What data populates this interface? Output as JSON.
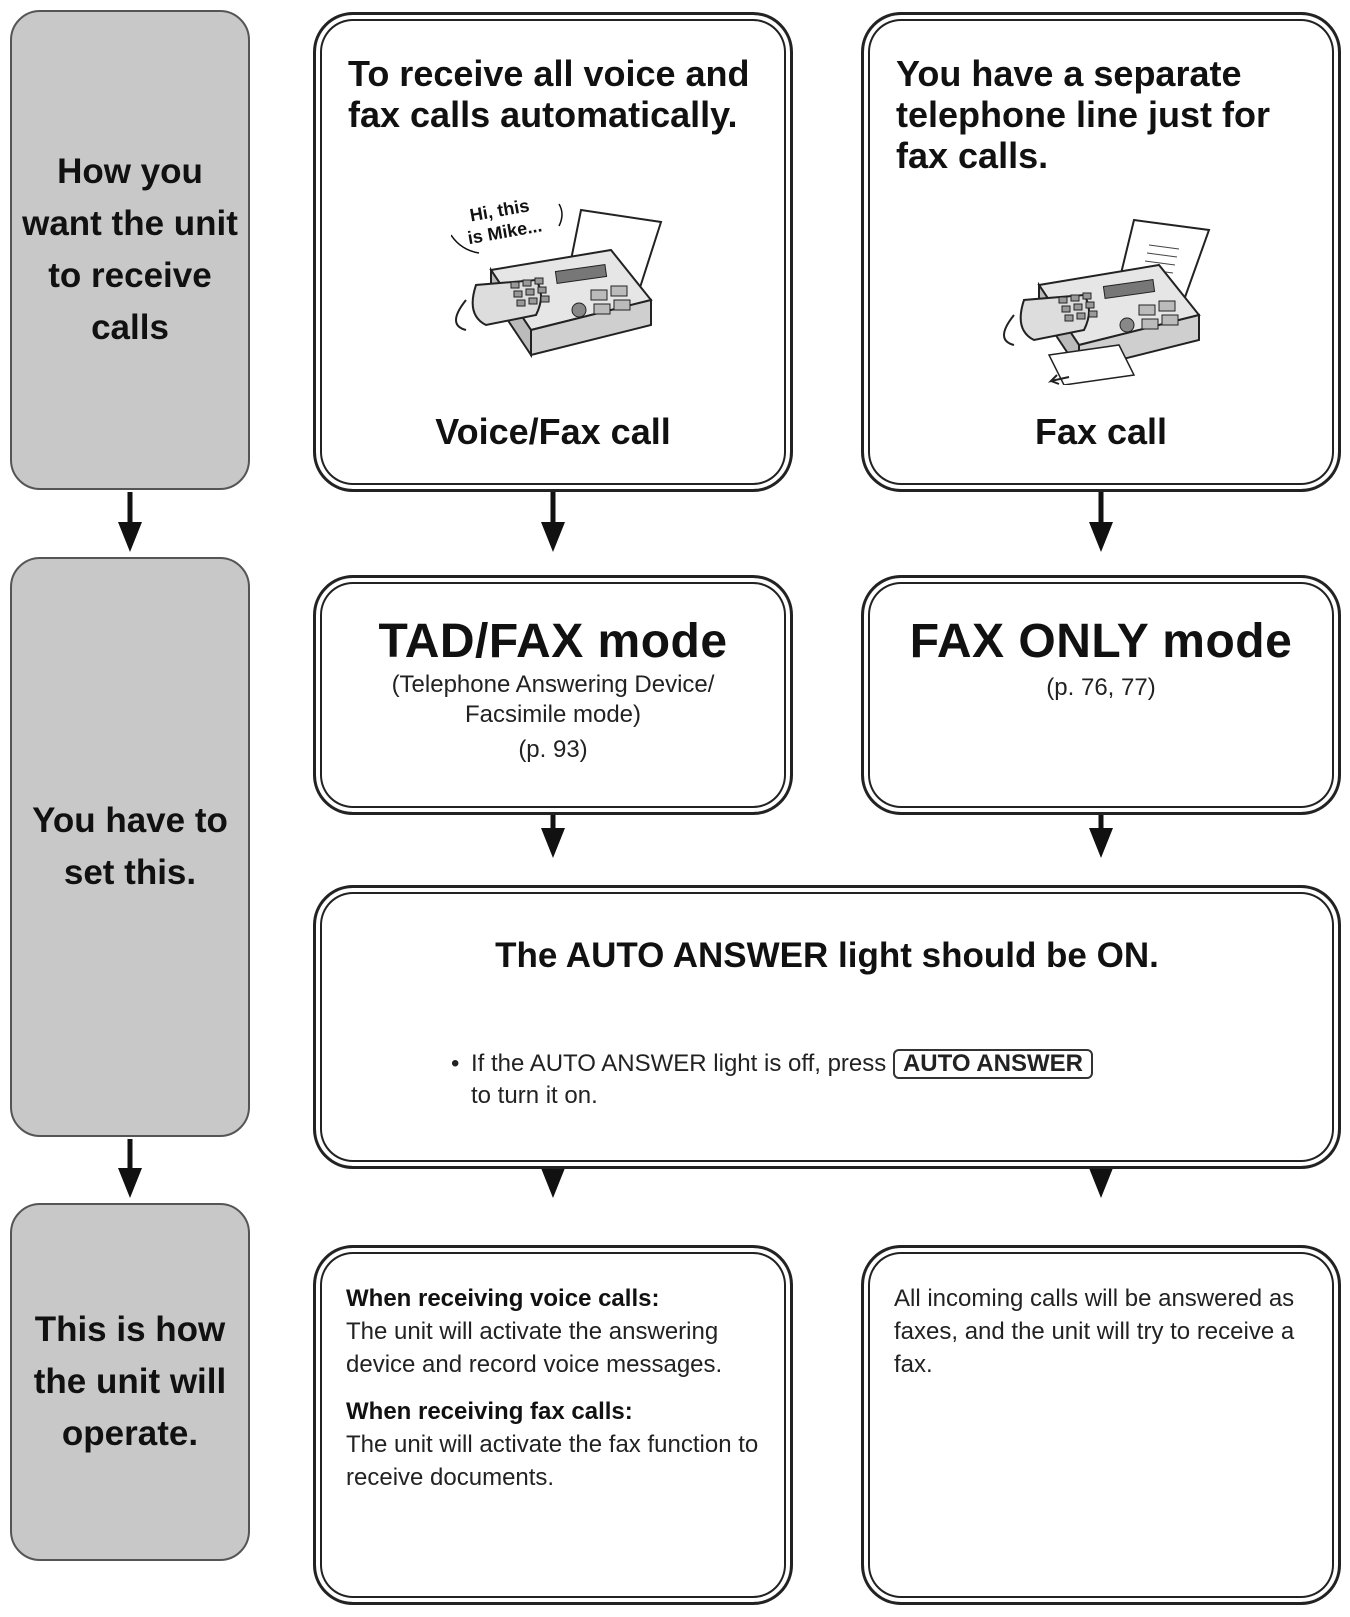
{
  "sidebar": {
    "step1": "How you want the unit to receive calls",
    "step2": "You have to set this.",
    "step3": "This is how the unit will operate."
  },
  "left_column": {
    "scenario": "To receive all voice and fax calls automatically.",
    "speech": "Hi, this is Mike...",
    "call_type": "Voice/Fax call",
    "mode_title": "TAD/FAX mode",
    "mode_sub_line1": "(Telephone Answering Device/",
    "mode_sub_line2": "Facsimile mode)",
    "mode_page": "(p. 93)",
    "op_heading1": "When receiving voice calls:",
    "op_text1": "The unit will activate the answering device and record voice messages.",
    "op_heading2": "When receiving fax calls:",
    "op_text2": "The unit will activate the fax function to receive documents."
  },
  "right_column": {
    "scenario": "You have a separate telephone line just for fax calls.",
    "call_type": "Fax call",
    "mode_title": "FAX ONLY mode",
    "mode_page": "(p. 76, 77)",
    "op_text": "All incoming calls will be answered as faxes, and the unit will try to receive a fax."
  },
  "auto_answer": {
    "title": "The AUTO ANSWER light should be ON.",
    "bullet_prefix": "If the AUTO ANSWER light is off, press",
    "key_label": "AUTO ANSWER",
    "bullet_suffix": "to turn it on."
  }
}
